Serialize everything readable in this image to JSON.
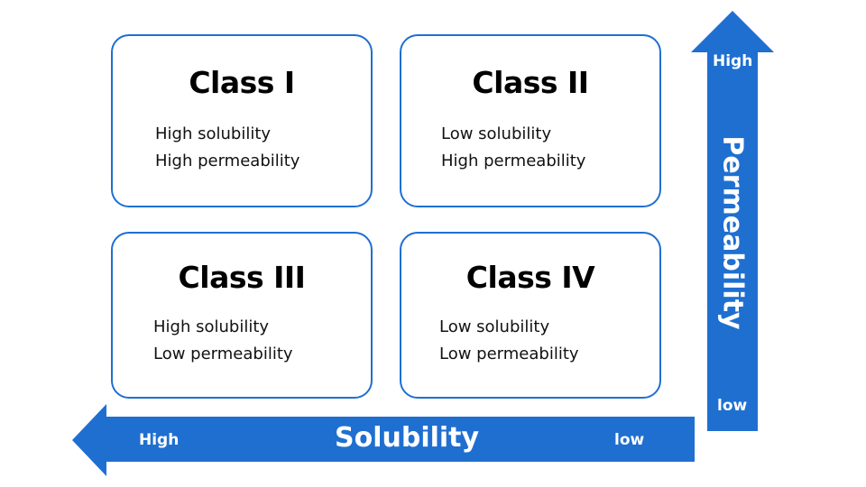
{
  "classes": [
    {
      "title": "Class I",
      "line1": "High solubility",
      "line2": "High permeability"
    },
    {
      "title": "Class II",
      "line1": "Low solubility",
      "line2": "High permeability"
    },
    {
      "title": "Class III",
      "line1": "High solubility",
      "line2": "Low permeability"
    },
    {
      "title": "Class IV",
      "line1": "Low solubility",
      "line2": "Low permeability"
    }
  ],
  "permeability_axis": {
    "title": "Permeability",
    "high_label": "High",
    "low_label": "low"
  },
  "solubility_axis": {
    "title": "Solubility",
    "high_label": "High",
    "low_label": "low"
  },
  "colors": {
    "arrow": "#1f6fd1",
    "card_border": "#1f6fd1"
  }
}
